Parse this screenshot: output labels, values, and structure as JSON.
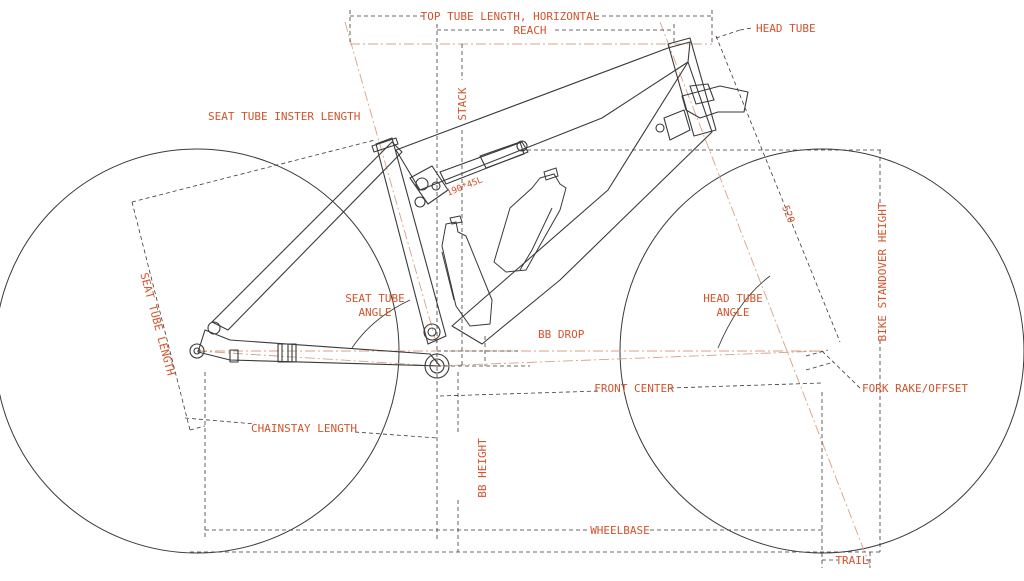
{
  "colors": {
    "background": "#ffffff",
    "linework": "#3a3a3a",
    "annotation": "#d2542c",
    "centerline": "#d9a184"
  },
  "labels": {
    "top_tube_length": "TOP TUBE LENGTH, HORIZONTAL",
    "reach": "REACH",
    "head_tube": "HEAD TUBE",
    "stack": "STACK",
    "seat_tube_insert_length": "SEAT TUBE INSTER LENGTH",
    "shock_size": "190*45L",
    "fork_length": "520",
    "bike_standover_height": "BIKE STANDOVER HEIGHT",
    "seat_tube_length": "SEAT TUBE LENGTH",
    "seat_tube_angle_line1": "SEAT TUBE",
    "seat_tube_angle_line2": "ANGLE",
    "head_tube_angle_line1": "HEAD TUBE",
    "head_tube_angle_line2": "ANGLE",
    "bb_drop": "BB DROP",
    "front_center": "FRONT CENTER",
    "fork_rake_offset": "FORK RAKE/OFFSET",
    "chainstay_length": "CHAINSTAY LENGTH",
    "bb_height": "BB HEIGHT",
    "wheelbase": "WHEELBASE",
    "trail": "TRAIL"
  }
}
